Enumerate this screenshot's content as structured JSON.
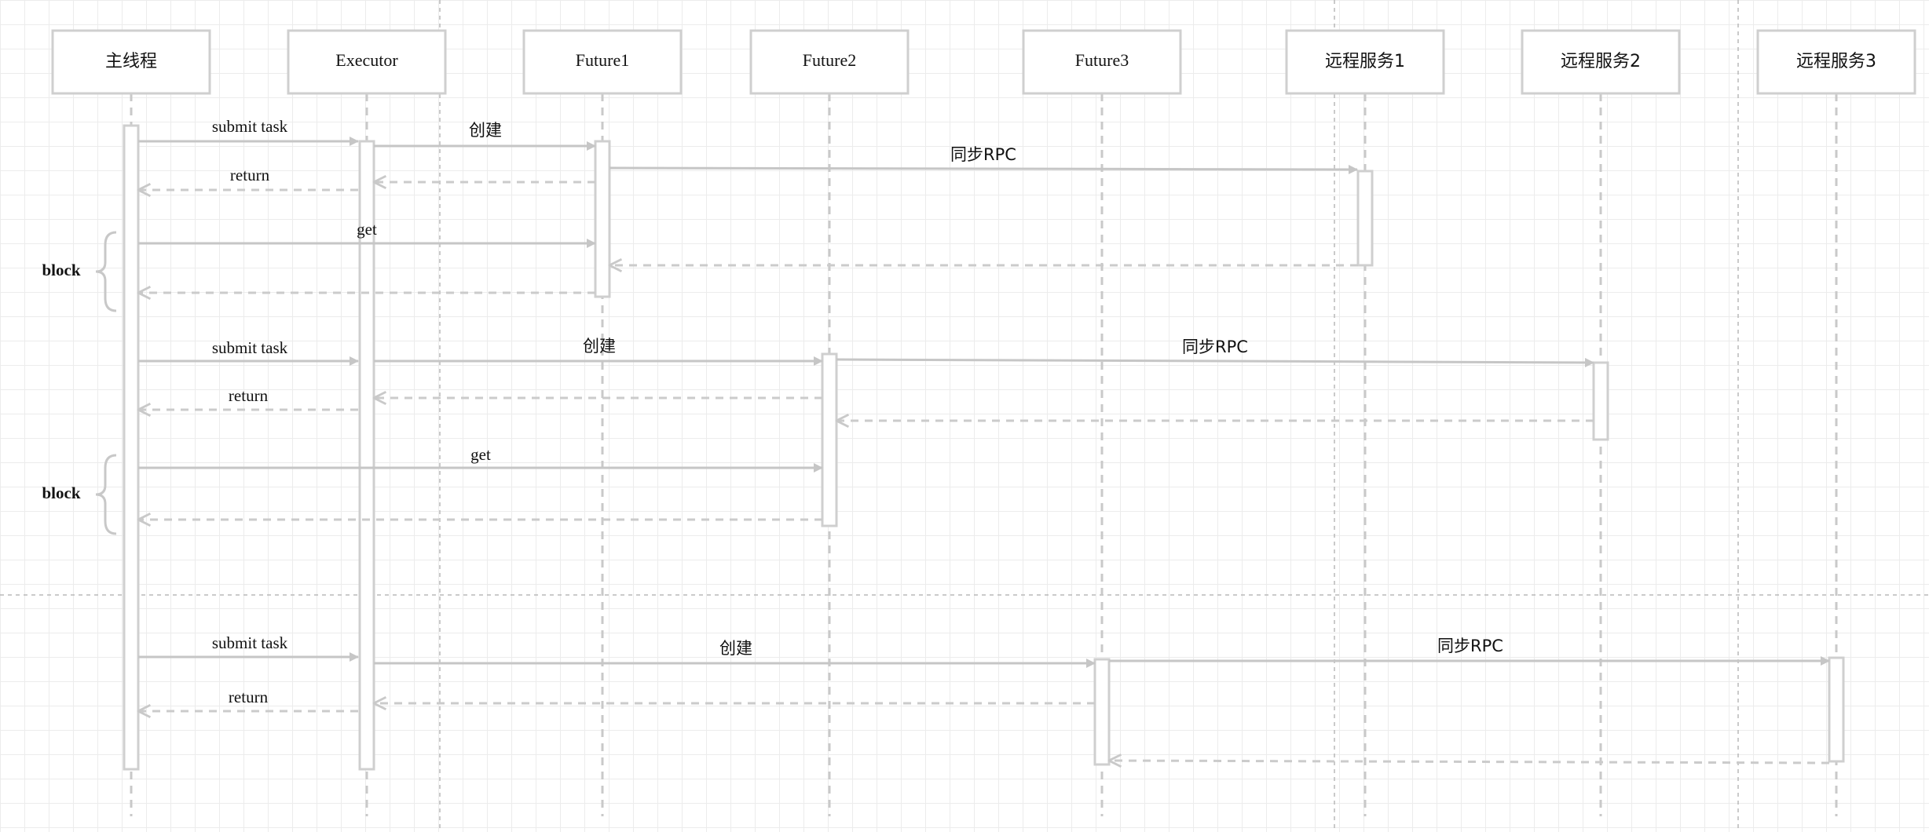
{
  "participants": [
    {
      "id": "main",
      "label": "主线程"
    },
    {
      "id": "executor",
      "label": "Executor"
    },
    {
      "id": "future1",
      "label": "Future1"
    },
    {
      "id": "future2",
      "label": "Future2"
    },
    {
      "id": "future3",
      "label": "Future3"
    },
    {
      "id": "remote1",
      "label": "远程服务1"
    },
    {
      "id": "remote2",
      "label": "远程服务2"
    },
    {
      "id": "remote3",
      "label": "远程服务3"
    }
  ],
  "messages": [
    {
      "from": "main",
      "to": "executor",
      "label": "submit task",
      "kind": "call"
    },
    {
      "from": "executor",
      "to": "future1",
      "label": "创建",
      "kind": "call"
    },
    {
      "from": "future1",
      "to": "remote1",
      "label": "同步RPC",
      "kind": "call"
    },
    {
      "from": "future1",
      "to": "executor",
      "label": "",
      "kind": "return"
    },
    {
      "from": "executor",
      "to": "main",
      "label": "return",
      "kind": "return"
    },
    {
      "from": "main",
      "to": "future1",
      "label": "get",
      "kind": "call"
    },
    {
      "from": "remote1",
      "to": "future1",
      "label": "",
      "kind": "return"
    },
    {
      "from": "future1",
      "to": "main",
      "label": "",
      "kind": "return"
    },
    {
      "from": "main",
      "to": "executor",
      "label": "submit task",
      "kind": "call"
    },
    {
      "from": "executor",
      "to": "future2",
      "label": "创建",
      "kind": "call"
    },
    {
      "from": "future2",
      "to": "remote2",
      "label": "同步RPC",
      "kind": "call"
    },
    {
      "from": "future2",
      "to": "executor",
      "label": "",
      "kind": "return"
    },
    {
      "from": "executor",
      "to": "main",
      "label": "return",
      "kind": "return"
    },
    {
      "from": "remote2",
      "to": "future2",
      "label": "",
      "kind": "return"
    },
    {
      "from": "main",
      "to": "future2",
      "label": "get",
      "kind": "call"
    },
    {
      "from": "future2",
      "to": "main",
      "label": "",
      "kind": "return"
    },
    {
      "from": "main",
      "to": "executor",
      "label": "submit task",
      "kind": "call"
    },
    {
      "from": "executor",
      "to": "future3",
      "label": "创建",
      "kind": "call"
    },
    {
      "from": "future3",
      "to": "remote3",
      "label": "同步RPC",
      "kind": "call"
    },
    {
      "from": "future3",
      "to": "executor",
      "label": "",
      "kind": "return"
    },
    {
      "from": "executor",
      "to": "main",
      "label": "return",
      "kind": "return"
    },
    {
      "from": "remote3",
      "to": "future3",
      "label": "",
      "kind": "return"
    }
  ],
  "annotations": [
    {
      "label": "block"
    },
    {
      "label": "block"
    }
  ]
}
